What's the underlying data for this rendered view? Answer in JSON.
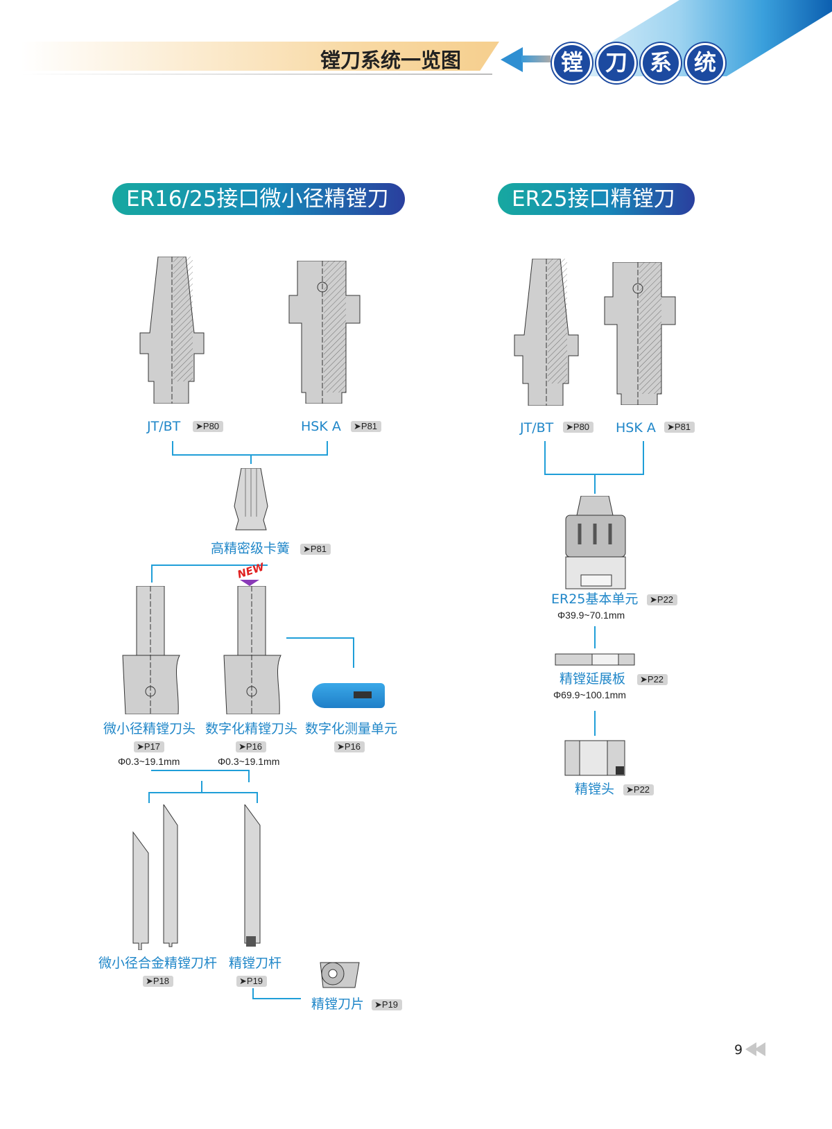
{
  "header": {
    "title": "镗刀系统一览图",
    "section_chars": [
      "镗",
      "刀",
      "系",
      "统"
    ],
    "accent_color": "#1c4aa0"
  },
  "left": {
    "title": "ER16/25接口微小径精镗刀",
    "holders": [
      {
        "label": "JT/BT",
        "ref": "➤P80"
      },
      {
        "label": "HSK A",
        "ref": "➤P81"
      }
    ],
    "collet": {
      "label": "高精密级卡簧",
      "ref": "➤P81"
    },
    "new_badge": "NEW",
    "heads": [
      {
        "label": "微小径精镗刀头",
        "ref": "➤P17",
        "range": "Φ0.3~19.1mm"
      },
      {
        "label": "数字化精镗刀头",
        "ref": "➤P16",
        "range": "Φ0.3~19.1mm"
      },
      {
        "label": "数字化测量单元",
        "ref": "➤P16"
      }
    ],
    "bars": [
      {
        "label": "微小径合金精镗刀杆",
        "ref": "➤P18"
      },
      {
        "label": "精镗刀杆",
        "ref": "➤P19"
      }
    ],
    "insert": {
      "label": "精镗刀片",
      "ref": "➤P19"
    }
  },
  "right": {
    "title": "ER25接口精镗刀",
    "holders": [
      {
        "label": "JT/BT",
        "ref": "➤P80"
      },
      {
        "label": "HSK A",
        "ref": "➤P81"
      }
    ],
    "base": {
      "label": "ER25基本单元",
      "ref": "➤P22",
      "range": "Φ39.9~70.1mm"
    },
    "plate": {
      "label": "精镗延展板",
      "ref": "➤P22",
      "range": "Φ69.9~100.1mm"
    },
    "head": {
      "label": "精镗头",
      "ref": "➤P22"
    }
  },
  "footer": {
    "page_number": "9"
  }
}
